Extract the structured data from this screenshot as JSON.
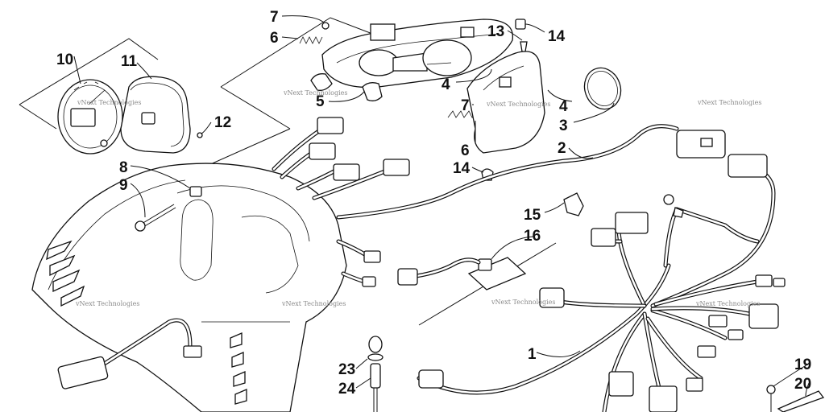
{
  "callouts": [
    {
      "id": "c1",
      "label": "1"
    },
    {
      "id": "c2",
      "label": "2"
    },
    {
      "id": "c3",
      "label": "3"
    },
    {
      "id": "c4a",
      "label": "4"
    },
    {
      "id": "c4b",
      "label": "4"
    },
    {
      "id": "c5",
      "label": "5"
    },
    {
      "id": "c6a",
      "label": "6"
    },
    {
      "id": "c6b",
      "label": "6"
    },
    {
      "id": "c7a",
      "label": "7"
    },
    {
      "id": "c7b",
      "label": "7"
    },
    {
      "id": "c8",
      "label": "8"
    },
    {
      "id": "c9",
      "label": "9"
    },
    {
      "id": "c10",
      "label": "10"
    },
    {
      "id": "c11",
      "label": "11"
    },
    {
      "id": "c12",
      "label": "12"
    },
    {
      "id": "c13",
      "label": "13"
    },
    {
      "id": "c14a",
      "label": "14"
    },
    {
      "id": "c14b",
      "label": "14"
    },
    {
      "id": "c15",
      "label": "15"
    },
    {
      "id": "c16",
      "label": "16"
    },
    {
      "id": "c19",
      "label": "19"
    },
    {
      "id": "c20",
      "label": "20"
    },
    {
      "id": "c23",
      "label": "23"
    },
    {
      "id": "c24",
      "label": "24"
    }
  ],
  "watermarks": [
    {
      "id": "w1",
      "text": "vNext Technologies"
    },
    {
      "id": "w2",
      "text": "vNext Technologies"
    },
    {
      "id": "w3",
      "text": "vNext Technologies"
    },
    {
      "id": "w4",
      "text": "vNext Technologies"
    },
    {
      "id": "w5",
      "text": "vNext Technologies"
    },
    {
      "id": "w6",
      "text": "vNext Technologies"
    },
    {
      "id": "w7",
      "text": "vNext Technologies"
    },
    {
      "id": "w8",
      "text": "vNext Technologies"
    }
  ]
}
